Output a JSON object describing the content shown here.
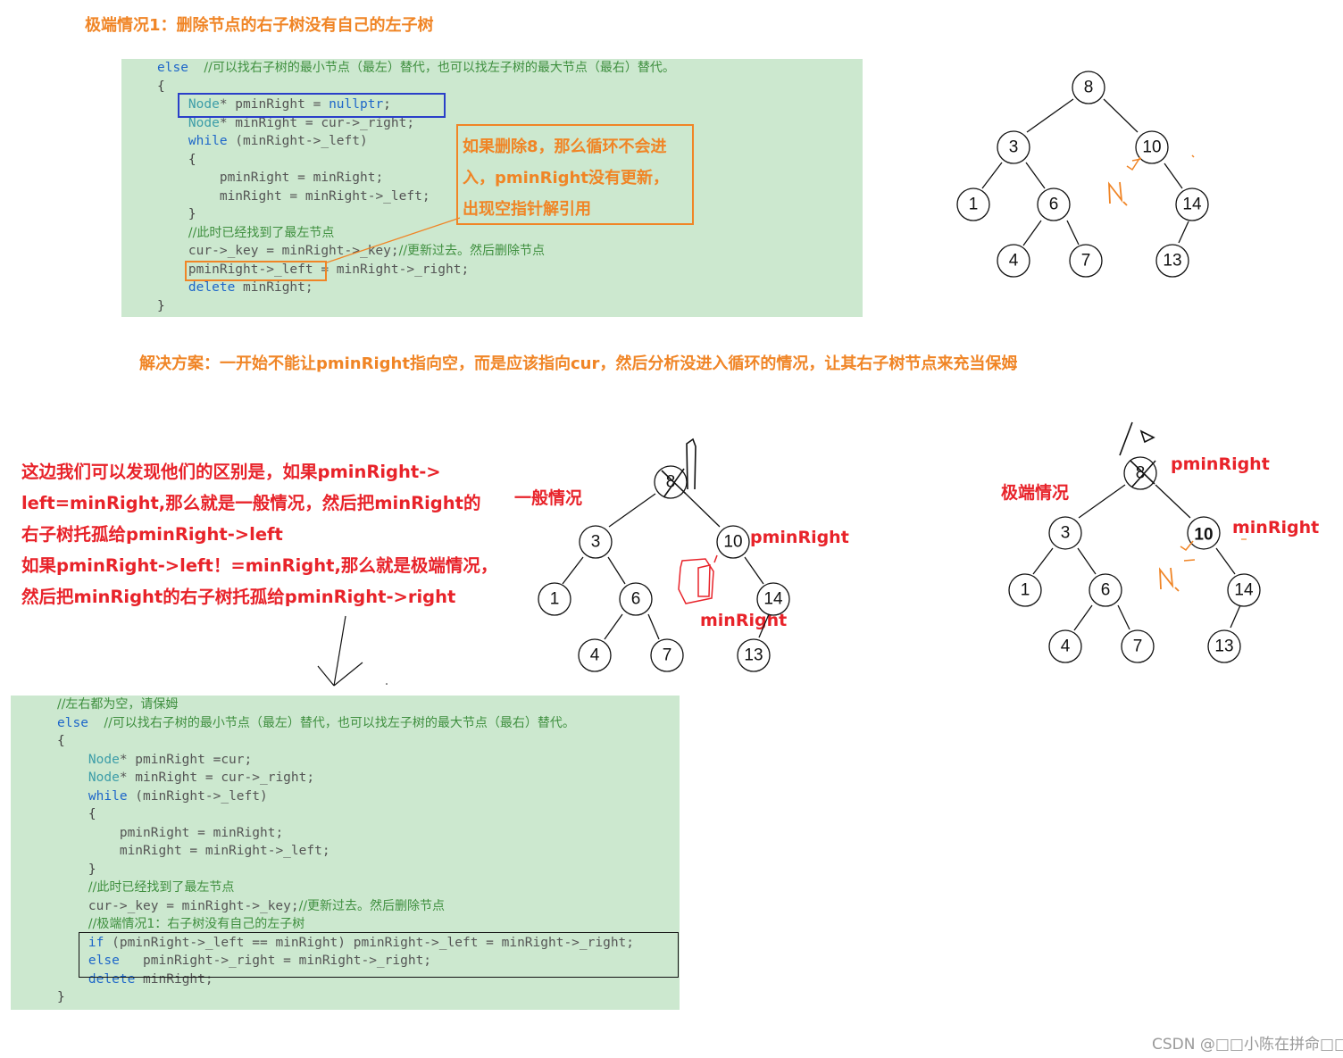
{
  "titles": {
    "top": "极端情况1：删除节点的右子树没有自己的左子树",
    "solution": "解决方案：一开始不能让pminRight指向空，而是应该指向cur，然后分析没进入循环的情况，让其右子树节点来充当保姆"
  },
  "callout": {
    "lines": [
      "如果删除8，那么循环不会进",
      "入，pminRight没有更新，",
      "出现空指针解引用"
    ]
  },
  "explanation": {
    "lines": [
      "这边我们可以发现他们的区别是，如果pminRight->",
      "left=minRight,那么就是一般情况，然后把minRight的",
      "右子树托孤给pminRight->left",
      "如果pminRight->left！=minRight,那么就是极端情况，",
      "然后把minRight的右子树托孤给pminRight->right"
    ]
  },
  "code_top": {
    "l1_kw": "else",
    "l1_cm": "//可以找右子树的最小节点（最左）替代，也可以找左子树的最大节点（最右）替代。",
    "l2": "{",
    "l3_ty": "Node",
    "l3_rest": "* pminRight = ",
    "l3_kw": "nullptr",
    "l3_end": ";",
    "l4_ty": "Node",
    "l4_rest": "* minRight = cur->_right;",
    "l5_kw": "while",
    "l5_rest": " (minRight->_left)",
    "l6": "{",
    "l7": "pminRight = minRight;",
    "l8": "minRight = minRight->_left;",
    "l9": "}",
    "l10_cm": "//此时已经找到了最左节点",
    "l11_code": "cur->_key = minRight->_key;",
    "l11_cm": "//更新过去。然后删除节点",
    "l12_a": "pminRight->_left",
    "l12_b": " = minRight->_right;",
    "l13_kw": "delete",
    "l13_rest": " minRight;",
    "l14": "}"
  },
  "code_bottom": {
    "l0_cm": "//左右都为空，请保姆",
    "l1_kw": "else",
    "l1_cm": "//可以找右子树的最小节点（最左）替代，也可以找左子树的最大节点（最右）替代。",
    "l2": "{",
    "l3_ty": "Node",
    "l3_rest": "* pminRight =cur;",
    "l4_ty": "Node",
    "l4_rest": "* minRight = cur->_right;",
    "l5_kw": "while",
    "l5_rest": " (minRight->_left)",
    "l6": "{",
    "l7": "pminRight = minRight;",
    "l8": "minRight = minRight->_left;",
    "l9": "}",
    "l10_cm": "//此时已经找到了最左节点",
    "l11_code": "cur->_key = minRight->_key;",
    "l11_cm": "//更新过去。然后删除节点",
    "l12_cm": "//极端情况1：右子树没有自己的左子树",
    "l13_kw": "if",
    "l13_rest": " (pminRight->_left == minRight) pminRight->_left = minRight->_right;",
    "l14_kw": "else",
    "l14_rest": "   pminRight->_right = minRight->_right;",
    "l15_kw": "delete",
    "l15_rest": " minRight;",
    "l16": "}"
  },
  "tree_labels": {
    "general": "一般情况",
    "extreme": "极端情况",
    "pminRight": "pminRight",
    "minRight": "minRight"
  },
  "tree_nodes": [
    "8",
    "3",
    "10",
    "1",
    "6",
    "14",
    "4",
    "7",
    "13"
  ],
  "watermark": "CSDN @□□小陈在拼命□□",
  "colors": {
    "orange": "#f08526",
    "red": "#e8232a",
    "code_bg": "#cce8cf",
    "keyword": "#1d66c9",
    "type": "#3d9da8",
    "comment": "#3f8f3f",
    "blue_box": "#2a3fc9"
  }
}
